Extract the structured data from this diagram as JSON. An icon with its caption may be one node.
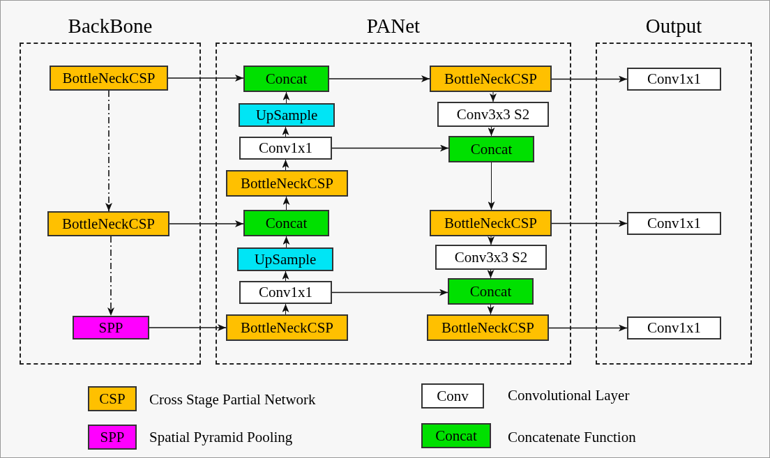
{
  "diagram": {
    "nodes": [
      {
        "text": [
          "BackBone"
        ]
      },
      {
        "text": [
          "BottleNeckCSP"
        ],
        "in": 0
      },
      {
        "text": [
          "BottleNeckCSP"
        ],
        "in": 0
      },
      {
        "text": [
          "SPP"
        ],
        "in": 0
      },
      {
        "text": [
          "PANet"
        ]
      },
      {
        "text": [
          "Concat"
        ],
        "in": 4
      },
      {
        "text": [
          "UpSample"
        ],
        "in": 4
      },
      {
        "text": [
          "Conv1x1"
        ],
        "in": 4
      },
      {
        "text": [
          "BottleNeckCSP"
        ],
        "in": 4
      },
      {
        "text": [
          "Concat"
        ],
        "in": 4
      },
      {
        "text": [
          "UpSample"
        ],
        "in": 4
      },
      {
        "text": [
          "Conv1x1"
        ],
        "in": 4
      },
      {
        "text": [
          "BottleNeckCSP"
        ],
        "in": 4
      },
      {
        "text": [
          "BottleNeckCSP"
        ],
        "in": 4
      },
      {
        "text": [
          "Conv3x3 S2"
        ],
        "in": 4
      },
      {
        "text": [
          "Concat"
        ],
        "in": 4
      },
      {
        "text": [
          "BottleNeckCSP"
        ],
        "in": 4
      },
      {
        "text": [
          "Conv3x3 S2"
        ],
        "in": 4
      },
      {
        "text": [
          "Concat"
        ],
        "in": 4
      },
      {
        "text": [
          "BottleNeckCSP"
        ],
        "in": 4
      },
      {
        "text": [
          "Output"
        ]
      },
      {
        "text": [
          "Conv1x1"
        ],
        "in": 20
      },
      {
        "text": [
          "Conv1x1"
        ],
        "in": 20
      },
      {
        "text": [
          "Conv1x1"
        ],
        "in": 20
      }
    ],
    "edges": [
      {
        "from": 1,
        "to": 5,
        "arrow": "to"
      },
      {
        "from": 1,
        "to": 2,
        "arrow": "to",
        "style": "dashed"
      },
      {
        "from": 2,
        "to": 3,
        "arrow": "to",
        "style": "dashed"
      },
      {
        "from": 2,
        "to": 9,
        "arrow": "to"
      },
      {
        "from": 3,
        "to": 12,
        "arrow": "to"
      },
      {
        "from": 5,
        "to": 13,
        "arrow": "to"
      },
      {
        "from": 6,
        "to": 5,
        "arrow": "to"
      },
      {
        "from": 7,
        "to": 6,
        "arrow": "to"
      },
      {
        "from": 8,
        "to": 7,
        "arrow": "to"
      },
      {
        "from": 9,
        "to": 8,
        "arrow": "to"
      },
      {
        "from": 10,
        "to": 9,
        "arrow": "to"
      },
      {
        "from": 11,
        "to": 10,
        "arrow": "to"
      },
      {
        "from": 12,
        "to": 11,
        "arrow": "to"
      },
      {
        "from": 7,
        "to": 15,
        "arrow": "to"
      },
      {
        "from": 13,
        "to": 14,
        "arrow": "to"
      },
      {
        "from": 14,
        "to": 15,
        "arrow": "to"
      },
      {
        "from": 15,
        "to": 16,
        "arrow": "to"
      },
      {
        "from": 16,
        "to": 17,
        "arrow": "to"
      },
      {
        "from": 17,
        "to": 18,
        "arrow": "to"
      },
      {
        "from": 18,
        "to": 19,
        "arrow": "to"
      },
      {
        "from": 11,
        "to": 18,
        "arrow": "to"
      },
      {
        "from": 13,
        "to": 21,
        "arrow": "to"
      },
      {
        "from": 16,
        "to": 22,
        "arrow": "to"
      },
      {
        "from": 19,
        "to": 23,
        "arrow": "to"
      }
    ],
    "labels": [
      "CSP",
      "Conv",
      "SPP",
      "Concat"
    ],
    "legend": [
      {
        "text": "Cross Stage Partial Network",
        "color": "#ffc000"
      },
      {
        "text": "Convolutional Layer",
        "color": "#ffffff"
      },
      {
        "text": "Spatial Pyramid Pooling",
        "color": "#ff00ff"
      },
      {
        "text": "Concatenate Function",
        "color": "#00e000"
      }
    ]
  }
}
